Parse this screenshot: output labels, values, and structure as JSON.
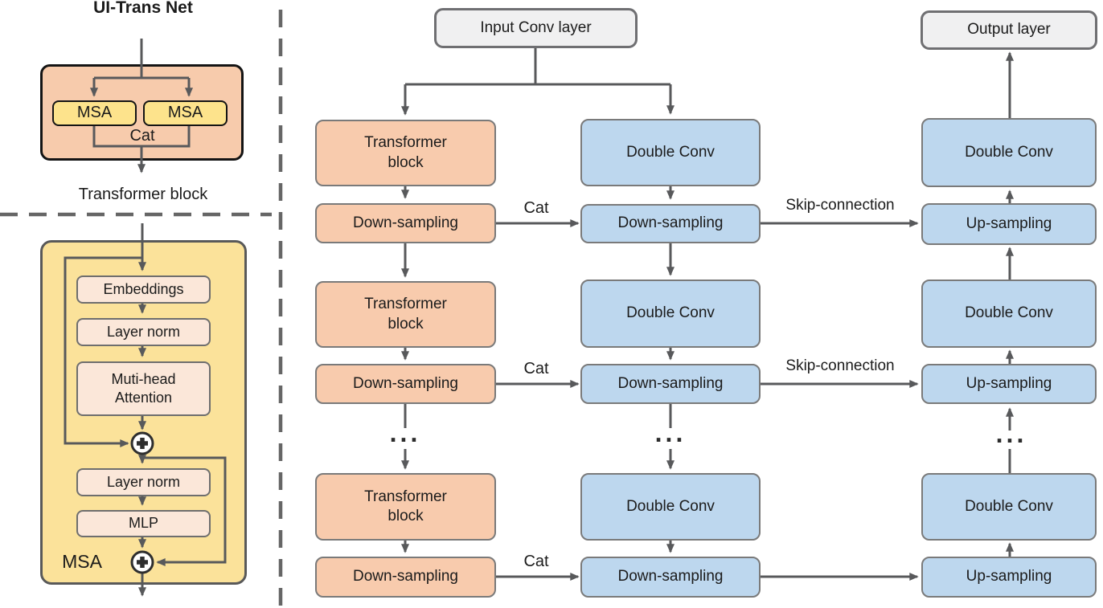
{
  "colors": {
    "orange_fill": "#F8CBAD",
    "yellow_container_fill": "#FBE29A",
    "msa_yellow_fill": "#FDE38C",
    "peach_fill": "#FBE7D9",
    "blue_fill": "#BDD7EE",
    "grey_box_fill": "#F0F0F1",
    "line_grey": "#58595B",
    "dark_border": "#141414",
    "grey_border": "#7A7A7A"
  },
  "icons": {
    "residual_add": "plus-circle-icon",
    "ellipsis": "ellipsis-dots-icon"
  },
  "left_panel": {
    "title": "UI-Trans Net",
    "transformer_block": {
      "msa_boxes": [
        "MSA",
        "MSA"
      ],
      "cat_label": "Cat",
      "caption": "Transformer block"
    },
    "msa_block": {
      "embeddings": "Embeddings",
      "layer_norm_top": "Layer norm",
      "attention_line1": "Muti-head",
      "attention_line2": "Attention",
      "layer_norm_bottom": "Layer norm",
      "mlp": "MLP",
      "label": "MSA"
    }
  },
  "network": {
    "input_layer": "Input Conv layer",
    "output_layer": "Output layer",
    "ellipsis": "...",
    "rows": [
      {
        "transformer_line1": "Transformer",
        "transformer_line2": "block",
        "transformer_down": "Down-sampling",
        "encoder_conv": "Double Conv",
        "encoder_down": "Down-sampling",
        "decoder_conv": "Double Conv",
        "decoder_up": "Up-sampling",
        "cat": "Cat",
        "skip": "Skip-connection"
      },
      {
        "transformer_line1": "Transformer",
        "transformer_line2": "block",
        "transformer_down": "Down-sampling",
        "encoder_conv": "Double Conv",
        "encoder_down": "Down-sampling",
        "decoder_conv": "Double Conv",
        "decoder_up": "Up-sampling",
        "cat": "Cat",
        "skip": "Skip-connection"
      },
      {
        "transformer_line1": "Transformer",
        "transformer_line2": "block",
        "transformer_down": "Down-sampling",
        "encoder_conv": "Double Conv",
        "encoder_down": "Down-sampling",
        "decoder_conv": "Double Conv",
        "decoder_up": "Up-sampling",
        "cat": "Cat"
      }
    ]
  }
}
